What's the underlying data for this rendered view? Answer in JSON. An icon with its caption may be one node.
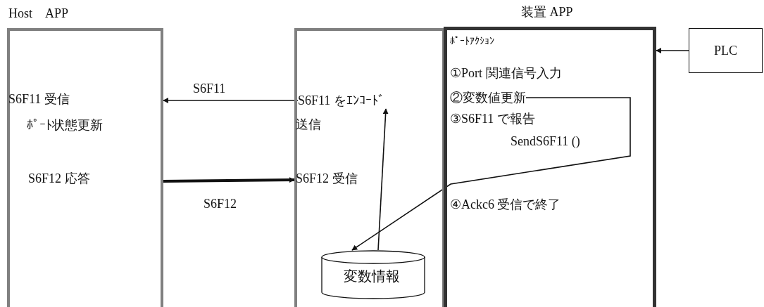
{
  "diagram": {
    "nodes": [
      {
        "text": [
          "Host　APP",
          "S6F11 受信",
          "ﾎﾟｰﾄ状態更新",
          "S6F12 応答"
        ]
      },
      {
        "text": [
          "送信",
          "S6F12 受信"
        ]
      },
      {
        "text": [
          "S6F11 をｴﾝｺｰﾄﾞ"
        ],
        "in": 1
      },
      {
        "text": [
          "変数情報"
        ],
        "in": 1
      },
      {
        "text": [
          "装置 APP",
          "ﾎﾟｰﾄｱｸｼｮﾝ",
          "①Port 関連信号入力",
          "③S6F11 で報告",
          "SendS6F11 ()",
          "④Ackc6 受信で終了"
        ]
      },
      {
        "text": [
          "②変数値更新"
        ],
        "in": 4
      },
      {
        "text": [
          "PLC"
        ]
      }
    ],
    "edges": [
      {
        "from": 2,
        "to": 0,
        "arrow": "to",
        "label": "S6F11"
      },
      {
        "from": 0,
        "to": 1,
        "arrow": "to",
        "label": "S6F12",
        "style": "thick"
      },
      {
        "from": 3,
        "to": 2,
        "arrow": "to"
      },
      {
        "from": 5,
        "to": 3,
        "arrow": "to"
      },
      {
        "from": 6,
        "to": 4,
        "arrow": "to"
      }
    ]
  }
}
